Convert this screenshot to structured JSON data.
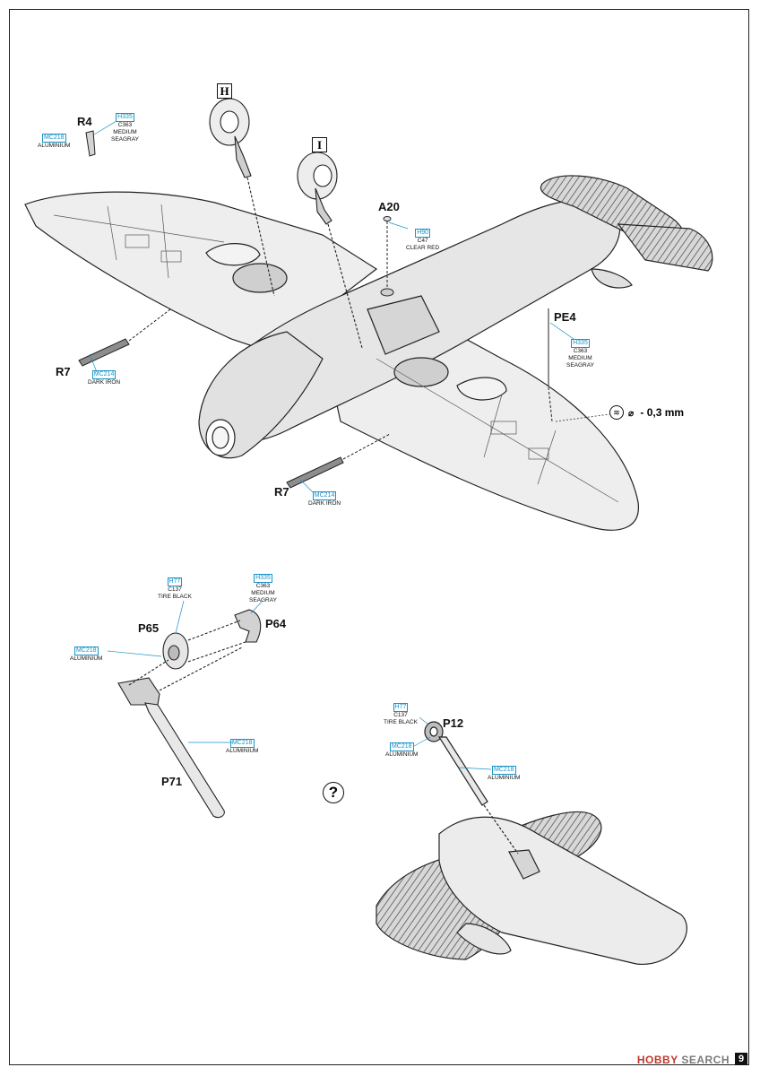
{
  "parts": {
    "R4": "R4",
    "R7_top": "R7",
    "R7_bottom": "R7",
    "A20": "A20",
    "PE4": "PE4",
    "P65": "P65",
    "P64": "P64",
    "P71": "P71",
    "P12": "P12",
    "H": "H",
    "I": "I"
  },
  "paints": {
    "mc218_r4": {
      "code": "MC218",
      "name": "ALUMINIUM"
    },
    "h335_r4": {
      "code": "H335",
      "lines": [
        "C363",
        "MEDIUM",
        "SEAGRAY"
      ]
    },
    "mc214_top": {
      "code": "MC214",
      "name": "DARK IRON"
    },
    "mc214_bottom": {
      "code": "MC214",
      "name": "DARK IRON"
    },
    "h90_a20": {
      "code": "H90",
      "lines": [
        "C47",
        "CLEAR RED"
      ]
    },
    "h335_pe4": {
      "code": "H335",
      "lines": [
        "C363",
        "MEDIUM",
        "SEAGRAY"
      ]
    },
    "h77_p65": {
      "code": "H77",
      "lines": [
        "C137",
        "TIRE BLACK"
      ]
    },
    "h335_p64": {
      "code": "H335",
      "lines": [
        "C363",
        "MEDIUM",
        "SEAGRAY"
      ]
    },
    "mc218_p65": {
      "code": "MC218",
      "name": "ALUMINIUM"
    },
    "mc218_p71": {
      "code": "MC218",
      "name": "ALUMINIUM"
    },
    "h77_p12": {
      "code": "H77",
      "lines": [
        "C137",
        "TIRE BLACK"
      ]
    },
    "mc218_p12": {
      "code": "MC218",
      "name": "ALUMINIUM"
    },
    "mc218_p12b": {
      "code": "MC218",
      "name": "ALUMINIUM"
    }
  },
  "drill": {
    "symbol": "≋",
    "diam": "⌀",
    "size": "- 0,3 mm"
  },
  "question": "?",
  "watermark": {
    "brand": "HOBBY",
    "rest": " SEARCH"
  },
  "page_number": "9",
  "colors": {
    "paint_code": "#1a93c7",
    "ink": "#111111",
    "shade": "#9a9a9a"
  }
}
